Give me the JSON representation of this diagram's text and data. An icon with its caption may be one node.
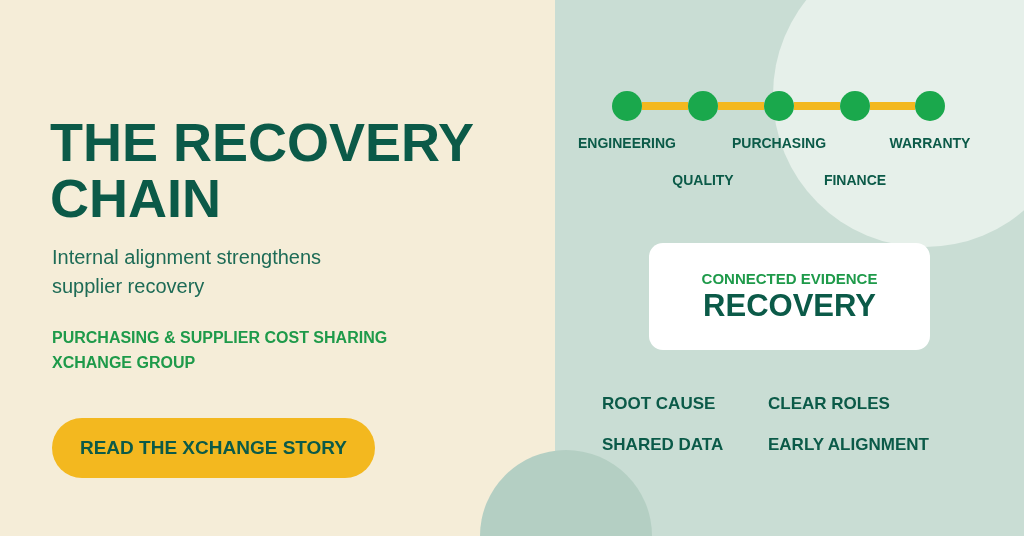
{
  "diagram": {
    "title": "THE RECOVERY CHAIN",
    "nodes": [
      {
        "text": [],
        "shape": "circle",
        "beside": [
          "ENGINEERING"
        ]
      },
      {
        "text": [],
        "shape": "circle",
        "beside": [
          "QUALITY"
        ]
      },
      {
        "text": [],
        "shape": "circle",
        "beside": [
          "PURCHASING"
        ]
      },
      {
        "text": [],
        "shape": "circle",
        "beside": [
          "FINANCE"
        ]
      },
      {
        "text": [],
        "shape": "circle",
        "beside": [
          "WARRANTY"
        ]
      },
      {
        "text": [
          "CONNECTED EVIDENCE",
          "RECOVERY"
        ]
      },
      {
        "text": [
          "READ THE XCHANGE STORY"
        ]
      }
    ],
    "edges": [
      {
        "from": 0,
        "to": 1,
        "arrow": "none"
      },
      {
        "from": 1,
        "to": 2,
        "arrow": "none"
      },
      {
        "from": 2,
        "to": 3,
        "arrow": "none"
      },
      {
        "from": 3,
        "to": 4,
        "arrow": "none"
      }
    ],
    "labels": [
      "Internal alignment strengthens supplier recovery",
      "PURCHASING & SUPPLIER COST SHARING XCHANGE GROUP",
      "ROOT CAUSE",
      "CLEAR ROLES",
      "SHARED DATA",
      "EARLY ALIGNMENT"
    ]
  }
}
